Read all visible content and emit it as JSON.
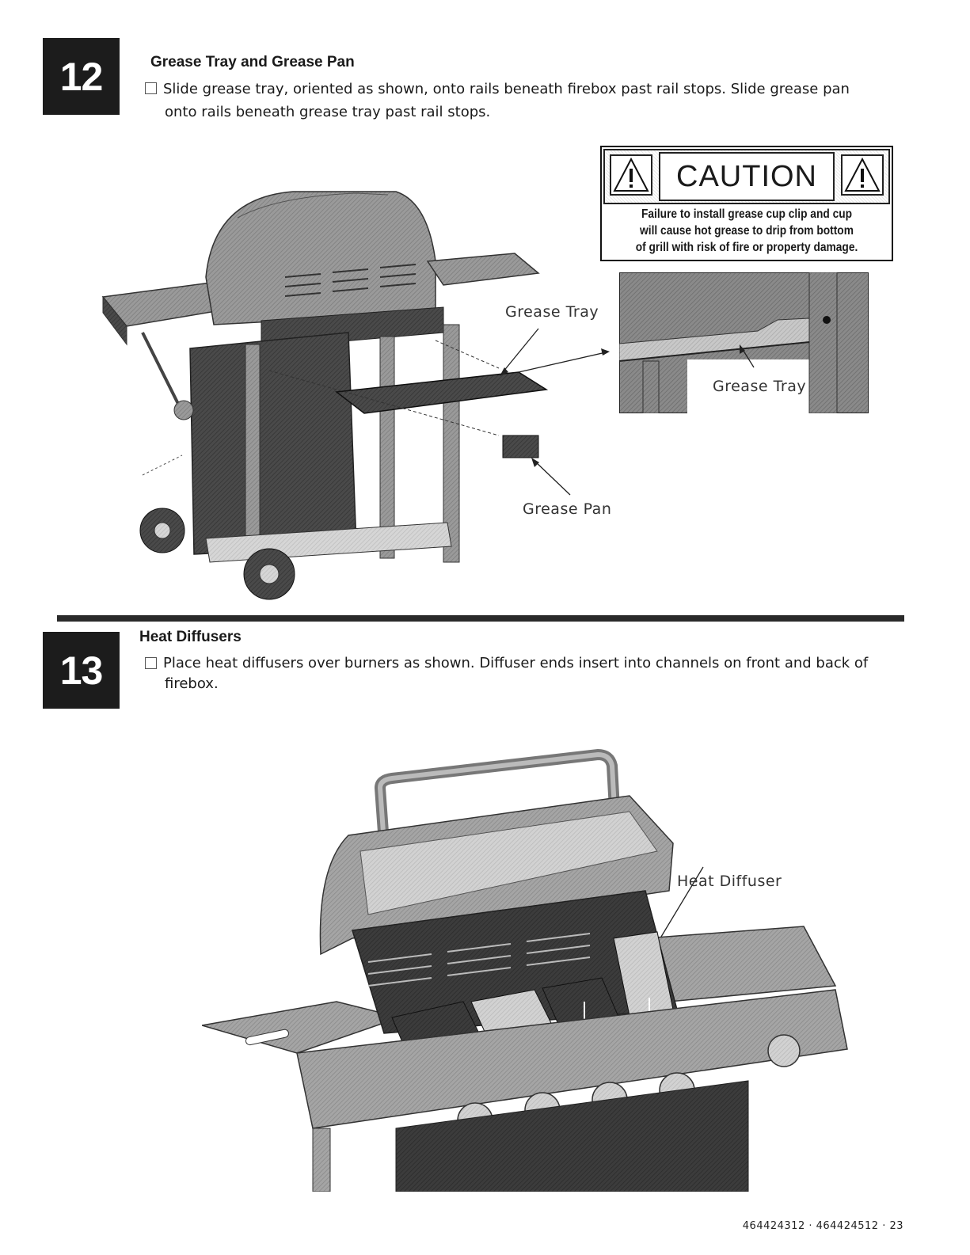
{
  "step12": {
    "number": "12",
    "title": "Grease Tray and Grease Pan",
    "instruction_line1": "Slide grease tray, oriented as shown, onto rails beneath firebox past rail stops.  Slide grease pan",
    "instruction_line2": "onto rails beneath grease tray past rail  stops.",
    "labels": {
      "grease_tray": "Grease Tray",
      "grease_pan": "Grease Pan",
      "inset_grease_tray": "Grease Tray"
    },
    "caution": {
      "heading": "CAUTION",
      "line1": "Failure to install grease cup clip and cup",
      "line2": "will cause hot grease to drip from bottom",
      "line3": "of grill with risk of fire or property damage."
    }
  },
  "step13": {
    "number": "13",
    "title": "Heat Diffusers",
    "instruction_line1": "Place heat diffusers over burners as shown.  Diffuser ends insert into channels on front and back of",
    "instruction_line2": "firebox.",
    "labels": {
      "heat_diffuser": "Heat Diffuser"
    }
  },
  "footer": {
    "page_ref": "464424312 · 464424512 · 23"
  },
  "icons": {
    "warning": "warning-triangle-icon",
    "checkbox": "checkbox-icon"
  }
}
